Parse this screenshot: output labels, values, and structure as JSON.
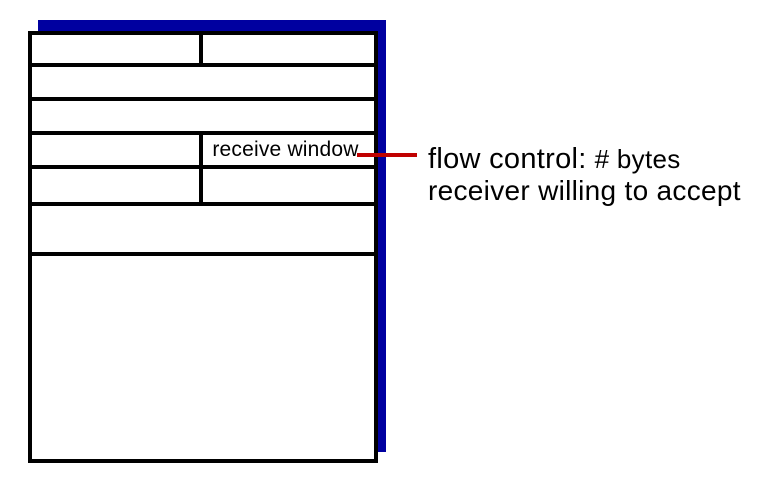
{
  "segment": {
    "receive_window_label": "receive window"
  },
  "annotation": {
    "term": "flow control:",
    "detail": "# bytes",
    "line2": "receiver willing to accept"
  },
  "colors": {
    "accent_blue": "#0000A0",
    "callout_red": "#C00000",
    "border_black": "#000000",
    "background": "#FFFFFF"
  }
}
